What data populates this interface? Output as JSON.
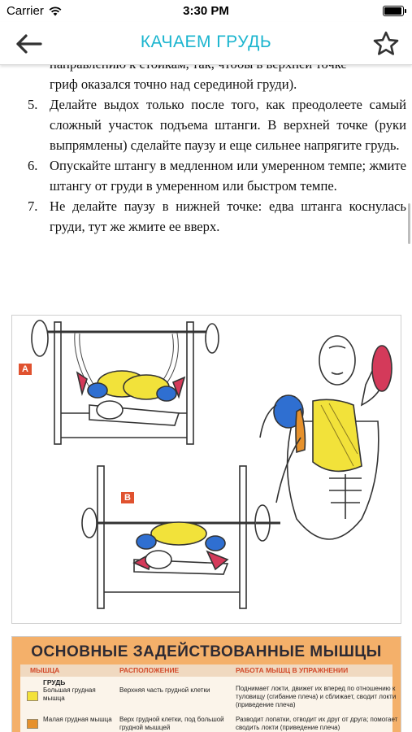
{
  "status_bar": {
    "carrier": "Carrier",
    "time": "3:30 PM",
    "battery_percent": 95
  },
  "nav": {
    "title": "КАЧАЕМ ГРУДЬ",
    "back_icon": "arrow-left-icon",
    "favorite_icon": "star-outline-icon"
  },
  "text": {
    "lead_line_1": "направлению к стойкам, так, чтобы в верхней точке",
    "lead_line_2": "гриф оказался точно над серединой груди).",
    "steps": [
      {
        "num": "5.",
        "text": "Делайте выдох только после того, как преодолеете самый сложный участок подъема штанги. В верхней точке (руки выпрямлены) сделайте паузу и еще сильнее напрягите грудь."
      },
      {
        "num": "6.",
        "text": "Опускайте штангу в медленном или умеренном темпе; жмите штангу от груди в умеренном или быстром темпе."
      },
      {
        "num": "7.",
        "text": "Не делайте паузу в нижней точке: едва штанга коснулась груди, тут же жмите ее вверх."
      }
    ]
  },
  "illustration": {
    "label_a": "A",
    "label_b": "B"
  },
  "muscle_table": {
    "title": "ОСНОВНЫЕ ЗАДЕЙСТВОВАННЫЕ МЫШЦЫ",
    "headers": [
      "МЫШЦА",
      "РАСПОЛОЖЕНИЕ",
      "РАБОТА МЫШЦ В УПРАЖНЕНИИ"
    ],
    "group": "ГРУДЬ",
    "rows": [
      {
        "color": "#f3e23a",
        "muscle": "Большая грудная мышца",
        "location": "Верхняя часть грудной клетки",
        "action": "Поднимает локти, движет их вперед по отношению к туловищу (сгибание плеча) и сближает, сводит локти (приведение плеча)"
      },
      {
        "color": "#e6912c",
        "muscle": "Малая грудная мышца",
        "location": "Верх грудной клетки, под большой грудной мышцей",
        "action": "Разводит лопатки, отводит их друг от друга; помогает сводить локти (приведение плеча)"
      }
    ]
  }
}
